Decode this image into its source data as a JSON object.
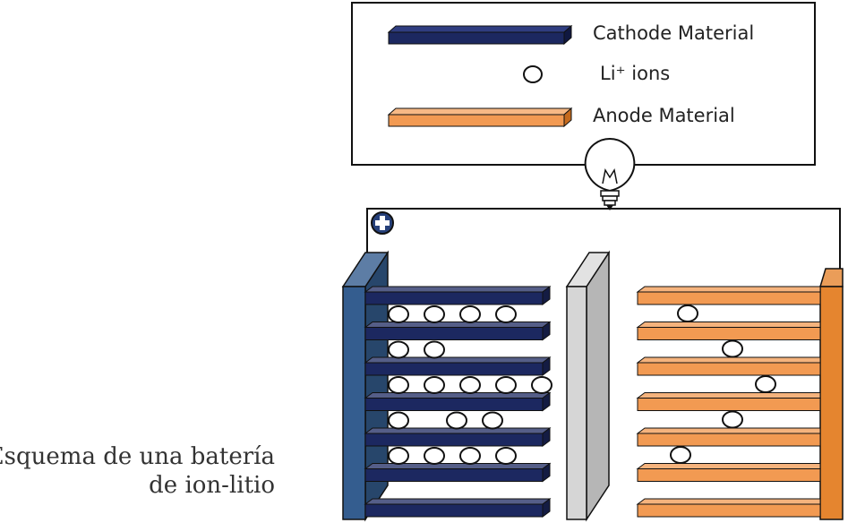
{
  "legend": {
    "items": [
      {
        "key": "cathode",
        "label": "Cathode Material",
        "color": "#1c2860"
      },
      {
        "key": "ion",
        "label": "Li⁺ ions",
        "color": "#ffffff"
      },
      {
        "key": "anode",
        "label": "Anode Material",
        "color": "#f29a52"
      }
    ]
  },
  "caption": {
    "line1": "Esquema de una batería",
    "line2": "de ion-litio"
  },
  "colors": {
    "cathode_plate": "#345d8f",
    "cathode_layer": "#1c2860",
    "anode_plate": "#e5852f",
    "anode_layer": "#f29a52",
    "separator": "#d6d6d6",
    "outline": "#111111"
  },
  "cell": {
    "cathode_layer_count": 7,
    "anode_layer_count": 7,
    "cathode_ion_counts": [
      4,
      2,
      5,
      3,
      4,
      0
    ],
    "anode_ion_gaps": [
      0,
      1,
      2,
      3,
      4
    ]
  },
  "terminal": {
    "symbol": "plus"
  },
  "bulb": {
    "icon": "light-bulb-icon"
  }
}
